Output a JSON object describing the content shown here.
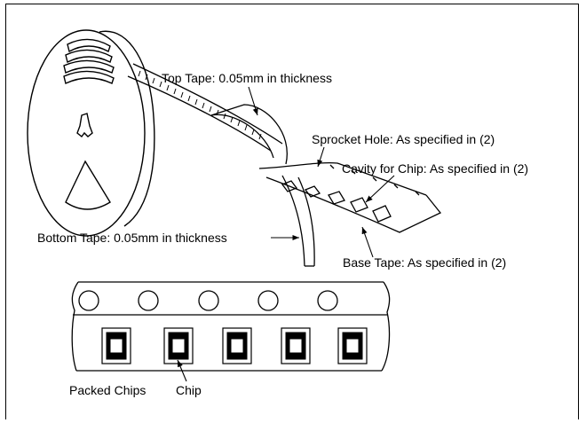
{
  "labels": {
    "top_tape": "Top Tape: 0.05mm in thickness",
    "sprocket_hole": "Sprocket Hole: As specified in (2)",
    "cavity": "Cavity for Chip: As specified in (2)",
    "bottom_tape": "Bottom Tape: 0.05mm in thickness",
    "base_tape": "Base Tape: As specified in (2)",
    "packed_chips": "Packed Chips",
    "chip": "Chip"
  }
}
